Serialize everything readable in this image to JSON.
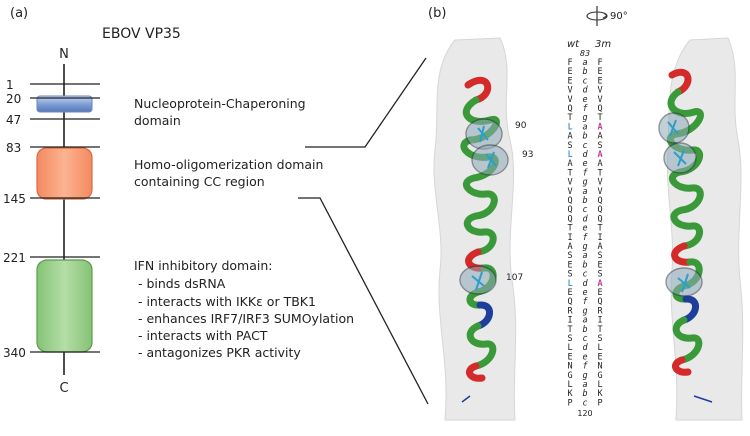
{
  "panel_a": {
    "label": "(a)",
    "title": "EBOV VP35",
    "n_term": "N",
    "c_term": "C",
    "positions": [
      "1",
      "20",
      "47",
      "83",
      "145",
      "221",
      "340"
    ],
    "domains": [
      {
        "name_lines": [
          "Nucleoprotein-Chaperoning",
          "domain"
        ],
        "color": "#8aa8d8"
      },
      {
        "name_lines": [
          "Homo-oligomerization domain",
          "containing CC region"
        ],
        "color": "#f6a07c"
      },
      {
        "name_lines": [
          "IFN inhibitory domain:",
          " - binds dsRNA",
          " - interacts with IKKε or TBK1",
          " - enhances IRF7/IRF3 SUMOylation",
          " - interacts with PACT",
          " - antagonizes PKR activity"
        ],
        "color": "#9fd08e"
      }
    ]
  },
  "panel_b": {
    "label": "(b)",
    "rotation": "90°",
    "col_wt": "wt",
    "col_3m": "3m",
    "start": "83",
    "end": "120",
    "residue_labels": [
      "90",
      "93",
      "107"
    ],
    "seq_wt": [
      "F",
      "E",
      "E",
      "V",
      "V",
      "Q",
      "T",
      "L",
      "A",
      "S",
      "L",
      "A",
      "T",
      "V",
      "V",
      "Q",
      "Q",
      "Q",
      "T",
      "I",
      "A",
      "S",
      "E",
      "S",
      "L",
      "E",
      "Q",
      "R",
      "I",
      "T",
      "S",
      "L",
      "E",
      "N",
      "G",
      "L",
      "K",
      "P"
    ],
    "heptad": [
      "a",
      "b",
      "c",
      "d",
      "e",
      "f",
      "g",
      "a",
      "b",
      "c",
      "d",
      "e",
      "f",
      "g",
      "a",
      "b",
      "c",
      "d",
      "e",
      "f",
      "g",
      "a",
      "b",
      "c",
      "d",
      "e",
      "f",
      "g",
      "a",
      "b",
      "c",
      "d",
      "e",
      "f",
      "g",
      "a",
      "b",
      "c"
    ],
    "seq_3m": [
      "F",
      "E",
      "E",
      "V",
      "V",
      "Q",
      "T",
      "A",
      "A",
      "S",
      "A",
      "A",
      "T",
      "V",
      "V",
      "Q",
      "Q",
      "Q",
      "T",
      "I",
      "A",
      "S",
      "E",
      "S",
      "A",
      "E",
      "Q",
      "R",
      "I",
      "T",
      "S",
      "L",
      "E",
      "N",
      "G",
      "L",
      "K",
      "P"
    ],
    "wt_highlight": [
      7,
      10,
      24
    ],
    "mut_highlight": [
      7,
      10,
      24
    ],
    "wt_highlight_color": "#4aa0e0",
    "mut_highlight_color": "#c23fa0",
    "helix_green": "#3a9a3a",
    "helix_red": "#d42a2a",
    "helix_blue": "#1d3e9a"
  }
}
